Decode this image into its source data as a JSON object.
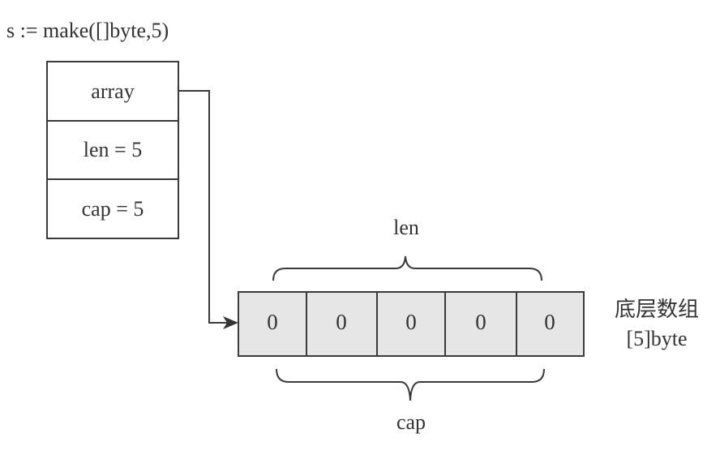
{
  "code_label": "s := make([]byte,5)",
  "slice_header": {
    "fields": [
      {
        "name": "array",
        "label": "array"
      },
      {
        "name": "len",
        "label": "len = 5"
      },
      {
        "name": "cap",
        "label": "cap = 5"
      }
    ]
  },
  "underlying_array": {
    "cells": [
      "0",
      "0",
      "0",
      "0",
      "0"
    ],
    "caption_line1": "底层数组",
    "caption_line2": "[5]byte",
    "cell_fill": "#e6e6e6"
  },
  "braces": {
    "len_label": "len",
    "cap_label": "cap"
  },
  "colors": {
    "stroke": "#3a3a3a",
    "text": "#333333",
    "background": "#ffffff"
  }
}
